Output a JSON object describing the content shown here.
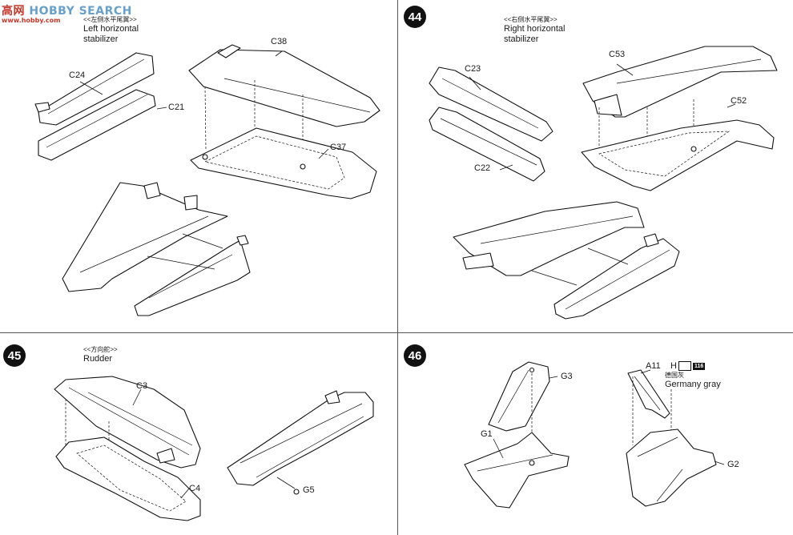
{
  "watermark": {
    "brand_a": "高",
    "brand_b": "网",
    "brand_text": "HOBBY SEARCH",
    "url": "www.hobby.com"
  },
  "steps": [
    {
      "number": "",
      "caption_cn": "<<左侧水平尾翼>>",
      "caption_en_line1": "Left horizontal",
      "caption_en_line2": "stabilizer",
      "parts": [
        "C24",
        "C21",
        "C38",
        "C37"
      ]
    },
    {
      "number": "44",
      "caption_cn": "<<右侧水平尾翼>>",
      "caption_en_line1": "Right horizontal",
      "caption_en_line2": "stabilizer",
      "parts": [
        "C23",
        "C22",
        "C53",
        "C52"
      ]
    },
    {
      "number": "45",
      "caption_cn": "<<方向舵>>",
      "caption_en_line1": "Rudder",
      "caption_en_line2": "",
      "parts": [
        "C3",
        "C4",
        "G5"
      ]
    },
    {
      "number": "46",
      "caption_cn": "",
      "caption_en_line1": "",
      "caption_en_line2": "",
      "parts": [
        "G3",
        "G1",
        "A11",
        "G2"
      ]
    }
  ],
  "paint": {
    "code_letter": "H",
    "code_number": "116",
    "name_cn": "德国灰",
    "name_en": "Germany gray"
  }
}
